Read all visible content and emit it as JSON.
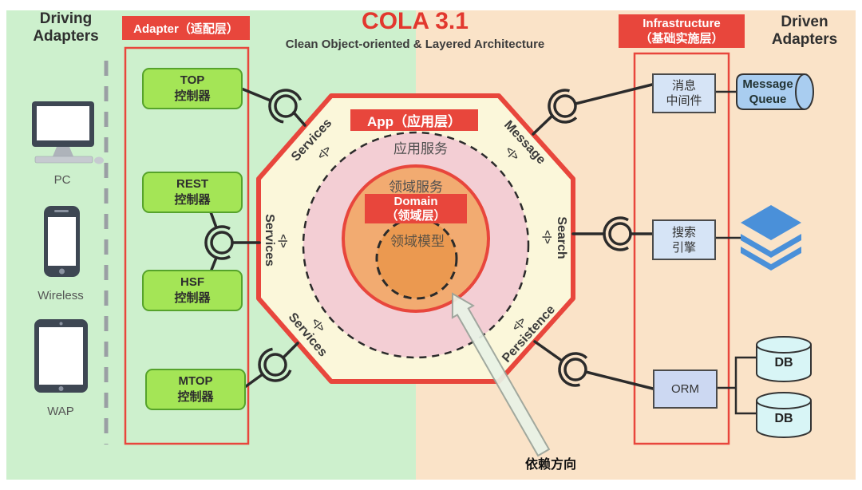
{
  "title": {
    "main": "COLA 3.1",
    "subtitle": "Clean Object-oriented & Layered Architecture"
  },
  "left_panel": {
    "heading": "Driving Adapters",
    "devices": [
      {
        "label": "PC"
      },
      {
        "label": "Wireless"
      },
      {
        "label": "WAP"
      }
    ]
  },
  "adapter_layer": {
    "banner": "Adapter（适配层）",
    "controllers": [
      {
        "name": "TOP",
        "suffix": "控制器"
      },
      {
        "name": "REST",
        "suffix": "控制器"
      },
      {
        "name": "HSF",
        "suffix": "控制器"
      },
      {
        "name": "MTOP",
        "suffix": "控制器"
      }
    ]
  },
  "core": {
    "app_banner": "App（应用层）",
    "app_service_label": "应用服务",
    "domain_service_label": "领域服务",
    "domain_banner": {
      "line1": "Domain",
      "line2": "（领域层）"
    },
    "domain_model_label": "领域模型",
    "port_symbol": "<|>",
    "ports": {
      "top_left": "Services",
      "left": "Services",
      "bottom_left": "Services",
      "top_right": "Message",
      "right": "Search",
      "bottom_right": "Persistence"
    }
  },
  "infrastructure": {
    "banner": {
      "line1": "Infrastructure",
      "line2": "（基础实施层）"
    },
    "heading": "Driven Adapters",
    "components": {
      "message_middleware": {
        "line1": "消息",
        "line2": "中间件"
      },
      "search_engine": {
        "line1": "搜索",
        "line2": "引擎"
      },
      "orm": "ORM"
    },
    "externals": {
      "message_queue": {
        "line1": "Message",
        "line2": "Queue"
      },
      "db_top": "DB",
      "db_bottom": "DB"
    }
  },
  "dependency": {
    "label": "依赖方向"
  },
  "colors": {
    "accent_red": "#e8463c",
    "left_bg_green": "#cdf0cd",
    "right_bg_peach": "#fae3c8",
    "octagon_fill": "#fbf7da",
    "app_ring_pink": "#f3ced4",
    "domain_fill": "#f2ab71",
    "domain_model_fill": "#eb9950",
    "adapter_box_green": "#a4e556",
    "infra_box_blue": "#d6e4f6",
    "external_blue": "#a9cdf0",
    "layers_icon_blue": "#4a90d9"
  }
}
